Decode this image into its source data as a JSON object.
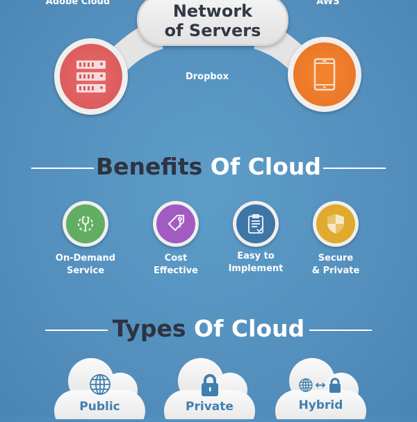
{
  "network": {
    "title_line1": "Network",
    "title_line2": "of Servers",
    "labels": {
      "adobe": "Adobe Cloud",
      "aws": "AWS",
      "dropbox": "Dropbox"
    }
  },
  "benefits": {
    "title_dark": "Benefits",
    "title_light": "Of Cloud",
    "items": [
      {
        "line1": "On-Demand",
        "line2": "Service",
        "icon": "gear-wrench-icon",
        "color": "#62ad62"
      },
      {
        "line1": "Cost",
        "line2": "Effective",
        "icon": "price-tag-icon",
        "color": "#a25bc0"
      },
      {
        "line1": "Easy to",
        "line2": "Implement",
        "icon": "clipboard-check-icon",
        "color": "#3e76a6"
      },
      {
        "line1": "Secure",
        "line2": "& Private",
        "icon": "shield-icon",
        "color": "#e0aa2e"
      }
    ]
  },
  "types": {
    "title_dark": "Types",
    "title_light": "Of Cloud",
    "items": [
      {
        "label": "Public",
        "icon": "globe-icon"
      },
      {
        "label": "Private",
        "icon": "lock-icon"
      },
      {
        "label": "Hybrid",
        "icon": "globe-arrow-lock-icon"
      }
    ]
  },
  "colors": {
    "server": "#e05c5f",
    "device": "#ee7a2a",
    "accent": "#3f7fae"
  }
}
